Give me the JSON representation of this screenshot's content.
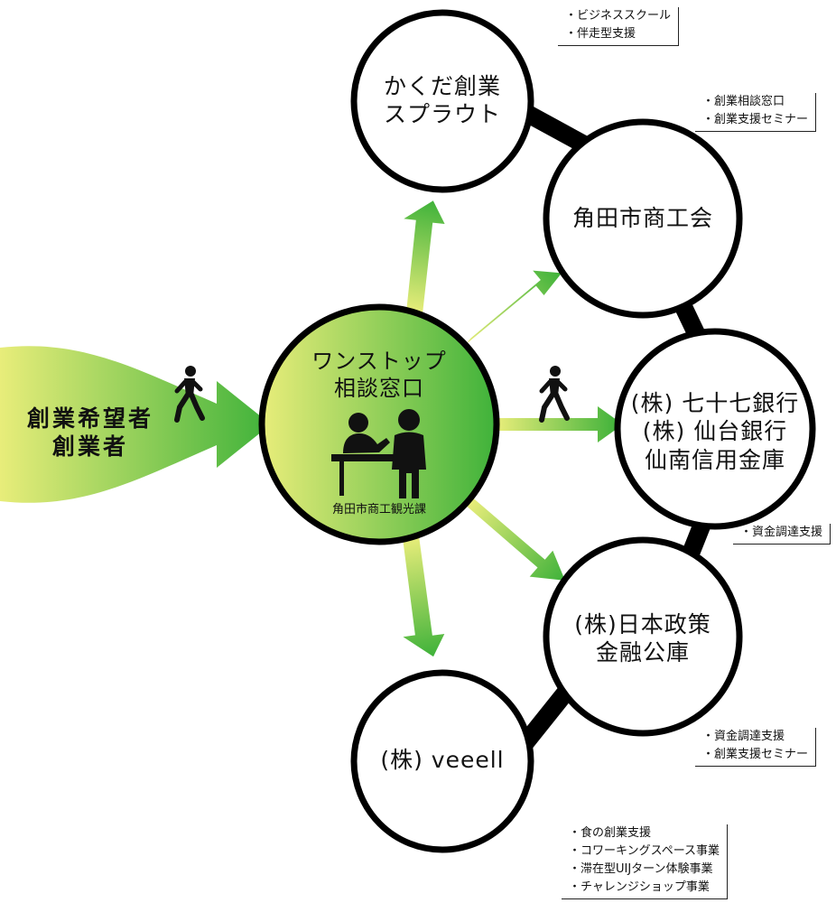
{
  "applicant": {
    "line1": "創業希望者",
    "line2": "創業者"
  },
  "hub": {
    "line1": "ワンストップ",
    "line2": "相談窓口",
    "org": "角田市商工観光課"
  },
  "nodes": {
    "kakuda_sprout": {
      "line1": "かくだ創業",
      "line2": "スプラウト"
    },
    "chamber": {
      "line1": "角田市商工会"
    },
    "banks": {
      "line1": "(株) 七十七銀行",
      "line2": "(株) 仙台銀行",
      "line3": "仙南信用金庫"
    },
    "jfc": {
      "line1": "(株)日本政策",
      "line2": "金融公庫"
    },
    "veeell": {
      "line1": "(株) veeell"
    }
  },
  "notes": {
    "kakuda_sprout": [
      "・ビジネススクール",
      "・伴走型支援"
    ],
    "chamber": [
      "・創業相談窓口",
      "・創業支援セミナー"
    ],
    "banks": [
      "・資金調達支援"
    ],
    "jfc": [
      "・資金調達支援",
      "・創業支援セミナー"
    ],
    "veeell": [
      "・食の創業支援",
      "・コワーキングスペース事業",
      "・滞在型UIJターン体験事業",
      "・チャレンジショップ事業"
    ]
  },
  "icons": [
    "walking-person-icon",
    "consultation-desk-icon"
  ],
  "colors": {
    "green_dark": "#3fb23a",
    "green_light": "#e8ed7a",
    "outline": "#000000"
  }
}
